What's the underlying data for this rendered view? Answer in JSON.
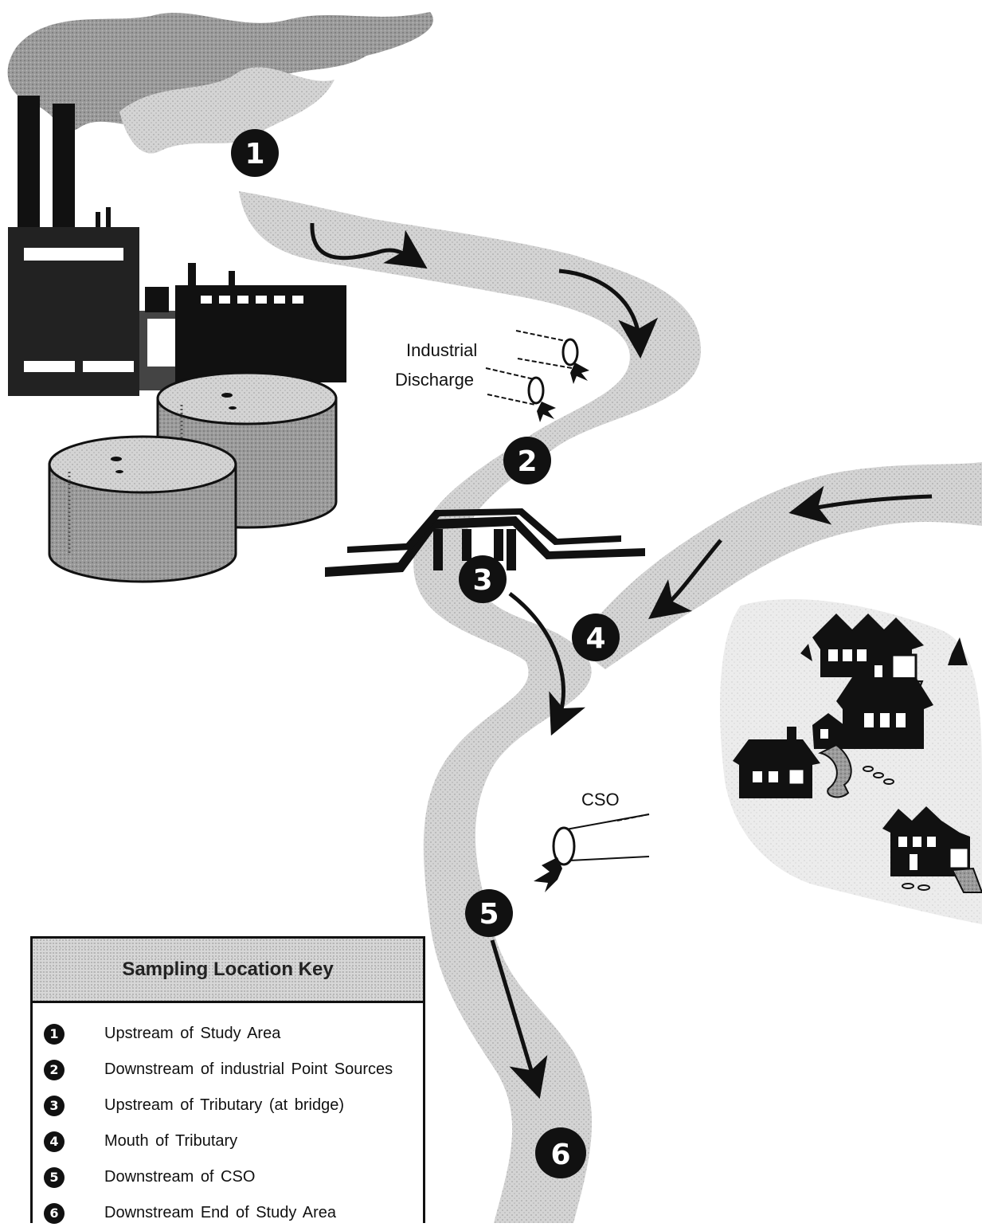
{
  "labels": {
    "industrial_discharge_line1": "Industrial",
    "industrial_discharge_line2": "Discharge",
    "cso": "CSO"
  },
  "markers": [
    "1",
    "2",
    "3",
    "4",
    "5",
    "6"
  ],
  "key": {
    "title": "Sampling Location Key",
    "items": [
      {
        "number": "1",
        "text": "Upstream of Study Area"
      },
      {
        "number": "2",
        "text": "Downstream of industrial Point Sources"
      },
      {
        "number": "3",
        "text": "Upstream of Tributary (at bridge)"
      },
      {
        "number": "4",
        "text": "Mouth of Tributary"
      },
      {
        "number": "5",
        "text": "Downstream of CSO"
      },
      {
        "number": "6",
        "text": "Downstream End of Study Area"
      }
    ]
  },
  "colors": {
    "ink": "#111111",
    "river": "#d2d2d2",
    "tank": "#a9a9a9",
    "smoke": "#8c8c8c",
    "paper": "#ffffff"
  }
}
